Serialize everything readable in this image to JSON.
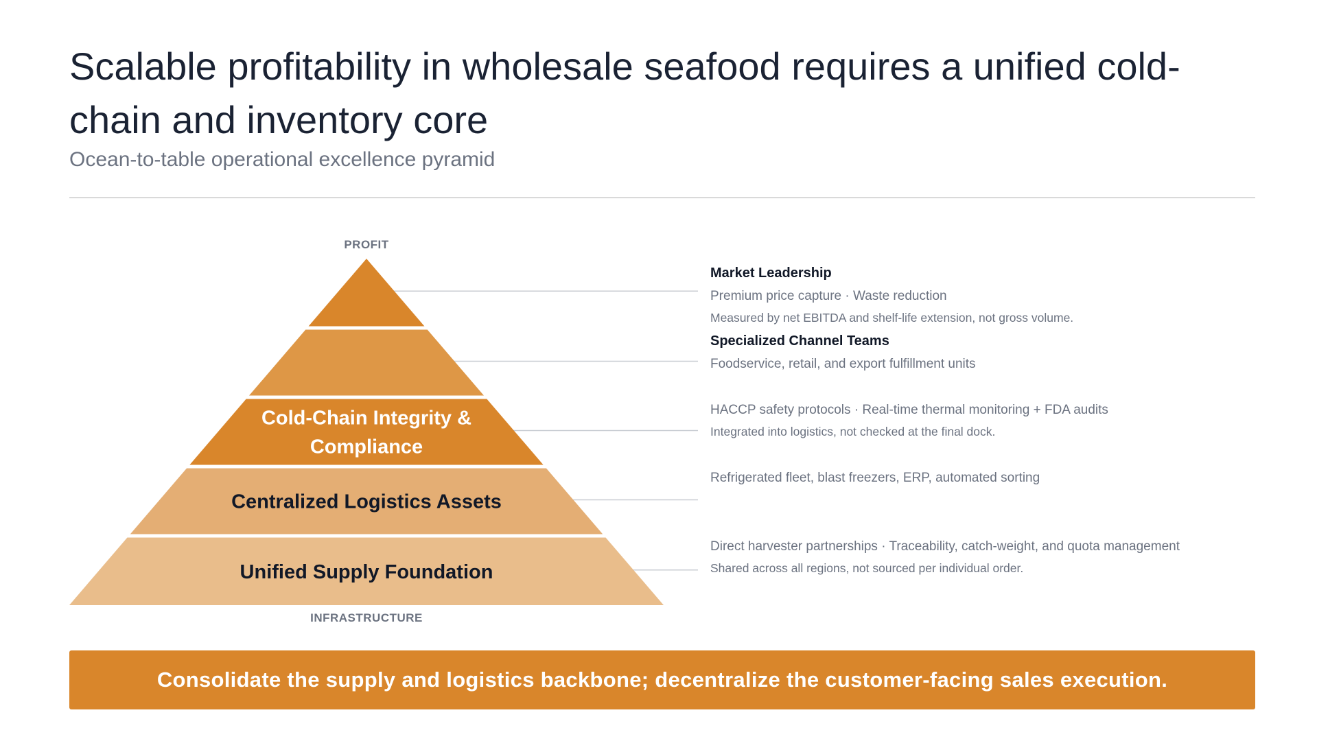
{
  "slide": {
    "title": "Scalable profitability in wholesale seafood requires a unified cold-chain and inventory core",
    "subtitle": "Ocean-to-table operational excellence pyramid",
    "banner": "Consolidate the supply and logistics backbone; decentralize the customer-facing sales execution."
  },
  "pyramid": {
    "top_label": "PROFIT",
    "bottom_label": "INFRASTRUCTURE",
    "tiers": [
      {
        "label_lines": [],
        "color": "#d9862b",
        "text_color": "#ffffff",
        "title": "Market Leadership",
        "lines": [
          "Premium price capture · Waste reduction"
        ],
        "notes": [
          "Measured by net EBITDA and shelf-life extension, not gross volume."
        ]
      },
      {
        "label_lines": [],
        "color": "#de9746",
        "text_color": "#ffffff",
        "title": "Specialized Channel Teams",
        "lines": [
          "Foodservice, retail, and export fulfillment units"
        ],
        "notes": []
      },
      {
        "label_lines": [
          "Cold-Chain Integrity &",
          "Compliance"
        ],
        "color": "#d9862b",
        "text_color": "#ffffff",
        "title": "",
        "lines": [
          "HACCP safety protocols · Real-time thermal monitoring + FDA audits"
        ],
        "notes": [
          "Integrated into logistics, not checked at the final dock."
        ]
      },
      {
        "label_lines": [
          "Centralized Logistics Assets"
        ],
        "color": "#e4ae74",
        "text_color": "#111827",
        "title": "",
        "lines": [
          "Refrigerated fleet, blast freezers, ERP, automated sorting"
        ],
        "notes": []
      },
      {
        "label_lines": [
          "Unified Supply Foundation"
        ],
        "color": "#e9bd8b",
        "text_color": "#111827",
        "title": "",
        "lines": [
          "Direct harvester partnerships · Traceability, catch-weight, and quota management"
        ],
        "notes": [
          "Shared across all regions, not sourced per individual order."
        ]
      }
    ]
  }
}
